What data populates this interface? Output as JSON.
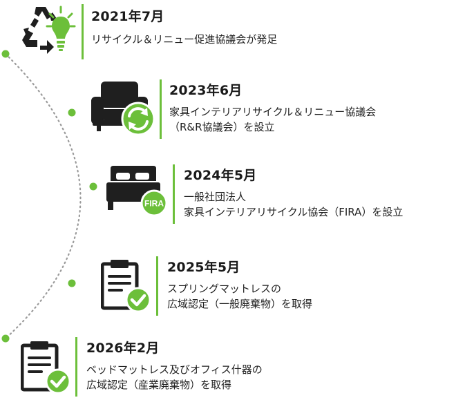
{
  "colors": {
    "accent": "#6cbf3a",
    "icon_dark": "#1f1f1f",
    "dotted_line": "#9a9a9a"
  },
  "timeline": [
    {
      "year": "2021年7月",
      "lines": [
        "リサイクル＆リニュー促進協議会が発足"
      ],
      "icon": "recycle-lightbulb-icon"
    },
    {
      "year": "2023年6月",
      "lines": [
        "家具インテリアリサイクル＆リニュー協議会",
        "（R&R協議会）を設立"
      ],
      "icon": "armchair-recycle-icon"
    },
    {
      "year": "2024年5月",
      "lines": [
        "一般社団法人",
        "家具インテリアリサイクル協会（FIRA）を設立"
      ],
      "icon": "bed-fira-icon",
      "badge": "FIRA"
    },
    {
      "year": "2025年5月",
      "lines": [
        "スプリングマットレスの",
        "広域認定（一般廃棄物）を取得"
      ],
      "icon": "clipboard-check-icon"
    },
    {
      "year": "2026年2月",
      "lines": [
        "ベッドマットレス及びオフィス什器の",
        "広域認定（産業廃棄物）を取得"
      ],
      "icon": "clipboard-check-icon"
    }
  ]
}
